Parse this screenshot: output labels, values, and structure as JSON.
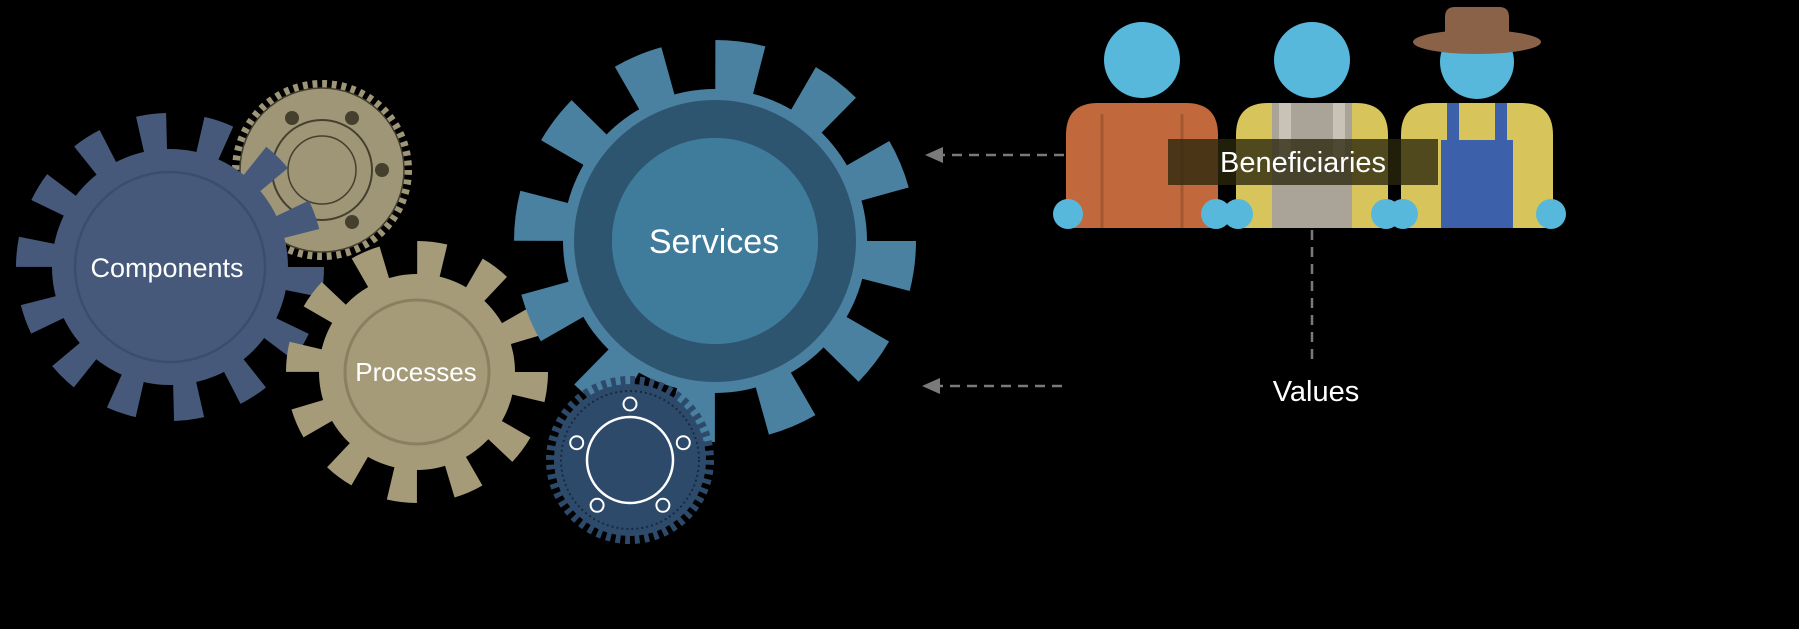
{
  "gears": {
    "components": {
      "label": "Components"
    },
    "processes": {
      "label": "Processes"
    },
    "services": {
      "label": "Services"
    }
  },
  "beneficiaries": {
    "label": "Beneficiaries"
  },
  "values": {
    "label": "Values"
  },
  "colors": {
    "background": "#000000",
    "text": "#ffffff",
    "components_gear": "#46597b",
    "components_ring": "#394e6d",
    "processes_gear": "#a59b79",
    "processes_ring": "#8a8060",
    "services_gear": "#4a81a1",
    "services_ring": "#2e5570",
    "services_inner": "#3f7b9b",
    "tan_sprocket": "#9f9678",
    "tan_sprocket_detail": "#45402e",
    "navy_sprocket": "#2e4a6b",
    "arrow": "#7a7a7a",
    "band": "rgba(42,39,13,0.78)",
    "head": "#57b8dc",
    "person1_shirt": "#c1693c",
    "person2_shirt": "#a9a497",
    "person2_vest": "#d7c55b",
    "person2_strap": "#c7c3b6",
    "person3_shirt": "#d7c55b",
    "person3_overalls": "#3c60a9",
    "person3_hat": "#8a6248"
  }
}
